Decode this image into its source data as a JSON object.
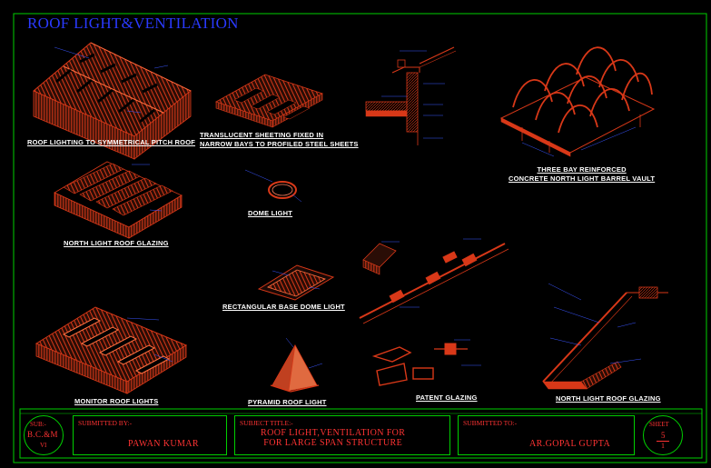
{
  "sheet_title": "ROOF LIGHT&VENTILATION",
  "captions": {
    "pitch_roof": "ROOF LIGHTING TO SYMMETRICAL PITCH ROOF",
    "translucent": "TRANSLUCENT SHEETING FIXED IN\nNARROW BAYS TO PROFILED STEEL SHEETS",
    "north_light_1": "NORTH LIGHT ROOF GLAZING",
    "dome": "DOME LIGHT",
    "rect_dome": "RECTANGULAR BASE DOME LIGHT",
    "monitor": "MONITOR ROOF LIGHTS",
    "pyramid": "PYRAMID ROOF LIGHT",
    "patent": "PATENT GLAZING",
    "north_light_2": "NORTH LIGHT ROOF GLAZING",
    "barrel_vault": "THREE BAY REINFORCED\nCONCRETE NORTH LIGHT BARREL VAULT"
  },
  "title_block": {
    "sub_label": "SUB:-",
    "sub_value": "B.C.&M",
    "sub_roman": "VI",
    "submitted_by_label": "SUBMITTED BY:-",
    "submitted_by_name": "PAWAN KUMAR",
    "subject_label": "SUBJECT TITLE:-",
    "subject_value": "ROOF LIGHT,VENTILATION FOR\nFOR LARGE SPAN STRUCTURE",
    "submitted_to_label": "SUBMITTED TO:-",
    "submitted_to_name": "AR.GOPAL GUPTA",
    "sheet_label": "SHEET",
    "sheet_no": "5",
    "sheet_total": "1"
  },
  "colors": {
    "background": "#000000",
    "drawing_red": "#d83818",
    "annotation_blue": "#3a56ff",
    "frame_green": "#00d000",
    "caption_white": "#ffffff",
    "titleblock_red": "#ff3333"
  }
}
